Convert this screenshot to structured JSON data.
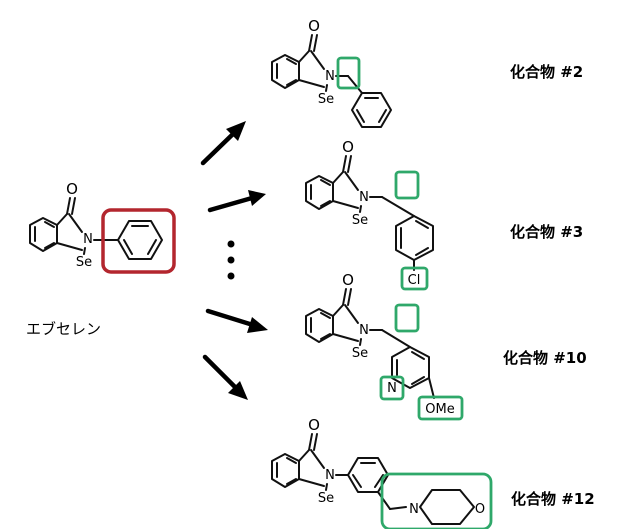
{
  "parent": {
    "name": "エブセレン",
    "atoms": {
      "oxygen": "O",
      "nitrogen": "N",
      "selenium": "Se"
    }
  },
  "compounds": [
    {
      "label": "化合物 #2",
      "atoms": {
        "oxygen": "O",
        "nitrogen": "N",
        "selenium": "Se"
      }
    },
    {
      "label": "化合物 #3",
      "atoms": {
        "oxygen": "O",
        "nitrogen": "N",
        "selenium": "Se",
        "chlorine": "Cl"
      }
    },
    {
      "label": "化合物 #10",
      "atoms": {
        "oxygen": "O",
        "nitrogen": "N",
        "selenium": "Se",
        "ring_nitrogen": "N",
        "methoxy": "OMe"
      }
    },
    {
      "label": "化合物 #12",
      "atoms": {
        "oxygen": "O",
        "nitrogen": "N",
        "selenium": "Se",
        "morpholine_nitrogen": "N",
        "morpholine_oxygen": "O"
      }
    }
  ],
  "colors": {
    "parent_highlight": "#b3262e",
    "modification_highlight": "#2fa86a",
    "ink": "#000000"
  }
}
